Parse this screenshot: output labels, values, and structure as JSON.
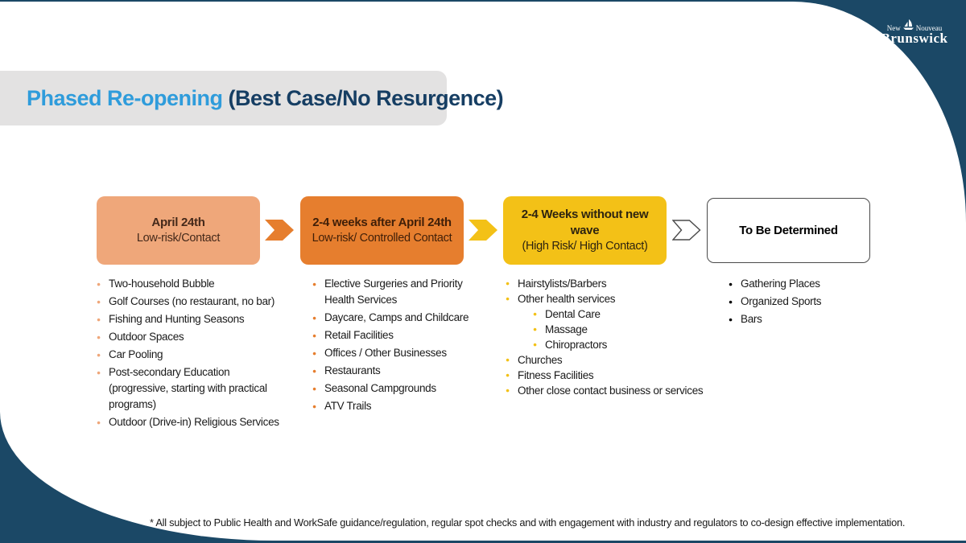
{
  "slide": {
    "title": {
      "highlight": "Phased Re-opening",
      "rest": "(Best Case/No Resurgence)"
    },
    "footnote": "* All subject to Public Health and WorkSafe guidance/regulation, regular spot checks and with engagement with industry and regulators to co-design effective implementation.",
    "logo": {
      "left": "New",
      "right": "Nouveau",
      "name": "Brunswick",
      "icon": "sailboat-icon"
    }
  },
  "colors": {
    "navy": "#1B4866",
    "title_highlight": "#2F9CDB",
    "title_navy": "#163E63",
    "band_gray": "#E3E2E2",
    "phase1": "#EFA77A",
    "phase2": "#E67E2E",
    "phase3": "#F3C117",
    "phase4_border": "#4A4A4A",
    "bullet4": "#000000"
  },
  "phases": [
    {
      "title": "April 24th",
      "subtitle": "Low-risk/Contact",
      "items": [
        "Two-household Bubble",
        "Golf Courses (no restaurant, no bar)",
        "Fishing and Hunting Seasons",
        "Outdoor Spaces",
        "Car Pooling",
        "Post-secondary Education (progressive, starting with practical programs)",
        "Outdoor (Drive-in) Religious Services"
      ]
    },
    {
      "title": "2-4 weeks after April 24th",
      "subtitle": "Low-risk/ Controlled Contact",
      "items": [
        "Elective Surgeries and Priority Health Services",
        "Daycare, Camps and Childcare",
        "Retail Facilities",
        "Offices / Other Businesses",
        "Restaurants",
        "Seasonal Campgrounds",
        "ATV Trails"
      ]
    },
    {
      "title": "2-4 Weeks without new wave",
      "subtitle": "(High Risk/ High Contact)",
      "items": [
        "Hairstylists/Barbers",
        {
          "label": "Other health services",
          "children": [
            "Dental Care",
            "Massage",
            "Chiropractors"
          ]
        },
        "Churches",
        "Fitness Facilities",
        "Other close contact business or services"
      ]
    },
    {
      "title": "To Be Determined",
      "subtitle": "",
      "items": [
        "Gathering Places",
        "Organized Sports",
        "Bars"
      ]
    }
  ],
  "arrows": [
    {
      "name": "arrow-phase1-to-phase2",
      "style": "solid",
      "color": "#E67E2E"
    },
    {
      "name": "arrow-phase2-to-phase3",
      "style": "solid",
      "color": "#F3C117"
    },
    {
      "name": "arrow-phase3-to-phase4",
      "style": "outline",
      "color": "#FFFFFF",
      "stroke": "#4A4A4A"
    }
  ]
}
